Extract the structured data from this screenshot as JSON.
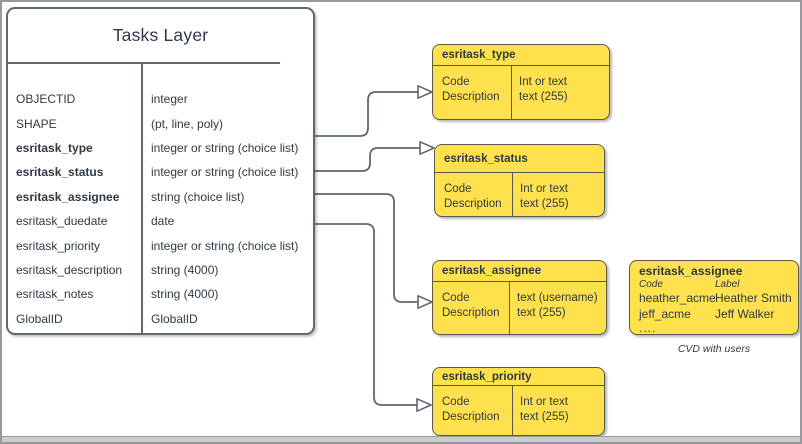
{
  "colors": {
    "yellow_fill": "#ffe14d",
    "yellow_border": "#585a50",
    "table_border": "#5f6771",
    "connector": "#5f6771",
    "text": "#2e3a46",
    "frame": "#97999c",
    "scrollbar_strip": "#cbcecf"
  },
  "main_table": {
    "title": "Tasks Layer",
    "fields": [
      {
        "name": "OBJECTID",
        "type": "integer"
      },
      {
        "name": "SHAPE",
        "type": "(pt, line, poly)"
      },
      {
        "name": "esritask_type",
        "type": "integer or string (choice list)"
      },
      {
        "name": "esritask_status",
        "type": "integer or string (choice list)"
      },
      {
        "name": "esritask_assignee",
        "type": "string (choice list)"
      },
      {
        "name": "esritask_duedate",
        "type": "date"
      },
      {
        "name": "esritask_priority",
        "type": "integer or string (choice list)"
      },
      {
        "name": "esritask_description",
        "type": "string (4000)"
      },
      {
        "name": "esritask_notes",
        "type": "string (4000)"
      },
      {
        "name": "GlobalID",
        "type": "GlobalID"
      }
    ]
  },
  "domain_boxes": [
    {
      "title": "esritask_type",
      "left_rows": [
        "Code",
        "Description"
      ],
      "right_rows": [
        "Int or text",
        "text (255)"
      ]
    },
    {
      "title": "esritask_status",
      "left_rows": [
        "Code",
        "Description"
      ],
      "right_rows": [
        "Int or text",
        "text (255)"
      ]
    },
    {
      "title": "esritask_assignee",
      "left_rows": [
        "Code",
        "Description"
      ],
      "right_rows": [
        "text  (username)",
        "text (255)"
      ]
    },
    {
      "title": "esritask_priority",
      "left_rows": [
        "Code",
        "Description"
      ],
      "right_rows": [
        "Int or text",
        "text (255)"
      ]
    }
  ],
  "cvd_box": {
    "title": "esritask_assignee",
    "headers": [
      "Code",
      "Label"
    ],
    "rows": [
      [
        "heather_acme",
        "Heather Smith"
      ],
      [
        "jeff_acme",
        "Jeff Walker"
      ]
    ],
    "more": "....",
    "caption": "CVD with users"
  },
  "connections": [
    {
      "from": "esritask_type",
      "to": "esritask_type domain"
    },
    {
      "from": "esritask_status",
      "to": "esritask_status domain"
    },
    {
      "from": "esritask_assignee",
      "to": "esritask_assignee domain"
    },
    {
      "from": "esritask_priority",
      "to": "esritask_priority domain"
    }
  ]
}
